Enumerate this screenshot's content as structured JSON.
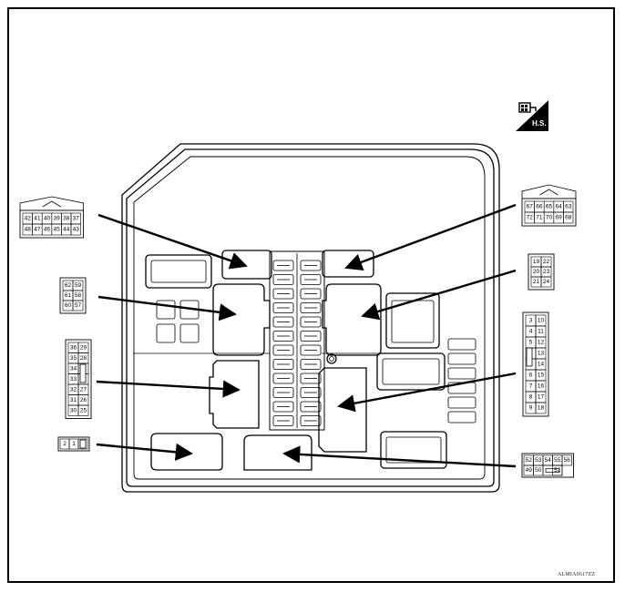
{
  "symbol": {
    "icon": "harness-side-icon",
    "label": "H.S."
  },
  "reference_code": "ALMIA0617ZZ",
  "connectors": {
    "top_left": [
      [
        "42",
        "41",
        "40",
        "39",
        "38",
        "37"
      ],
      [
        "48",
        "47",
        "46",
        "45",
        "44",
        "43"
      ]
    ],
    "top_right": [
      [
        "67",
        "66",
        "65",
        "64",
        "63"
      ],
      [
        "72",
        "71",
        "70",
        "69",
        "68"
      ]
    ],
    "left_2x3": [
      [
        "62",
        "59"
      ],
      [
        "61",
        "58"
      ],
      [
        "60",
        "57"
      ]
    ],
    "right_2x3": [
      [
        "19",
        "22"
      ],
      [
        "20",
        "23"
      ],
      [
        "21",
        "24"
      ]
    ],
    "left_tall": [
      [
        "36",
        "29"
      ],
      [
        "35",
        "28"
      ],
      [
        "34",
        ""
      ],
      [
        "33",
        ""
      ],
      [
        "32",
        "27"
      ],
      [
        "31",
        "26"
      ],
      [
        "30",
        "25"
      ]
    ],
    "right_tall": [
      [
        "3",
        "10"
      ],
      [
        "4",
        "11"
      ],
      [
        "5",
        "12"
      ],
      [
        "",
        "13"
      ],
      [
        "",
        "14"
      ],
      [
        "6",
        "15"
      ],
      [
        "7",
        "16"
      ],
      [
        "8",
        "17"
      ],
      [
        "9",
        "18"
      ]
    ],
    "left_small": [
      [
        "2",
        "1",
        ""
      ]
    ],
    "bottom_right": [
      [
        "52",
        "53",
        "54",
        "55",
        "56"
      ],
      [
        "49",
        "50",
        "",
        "51"
      ]
    ]
  }
}
